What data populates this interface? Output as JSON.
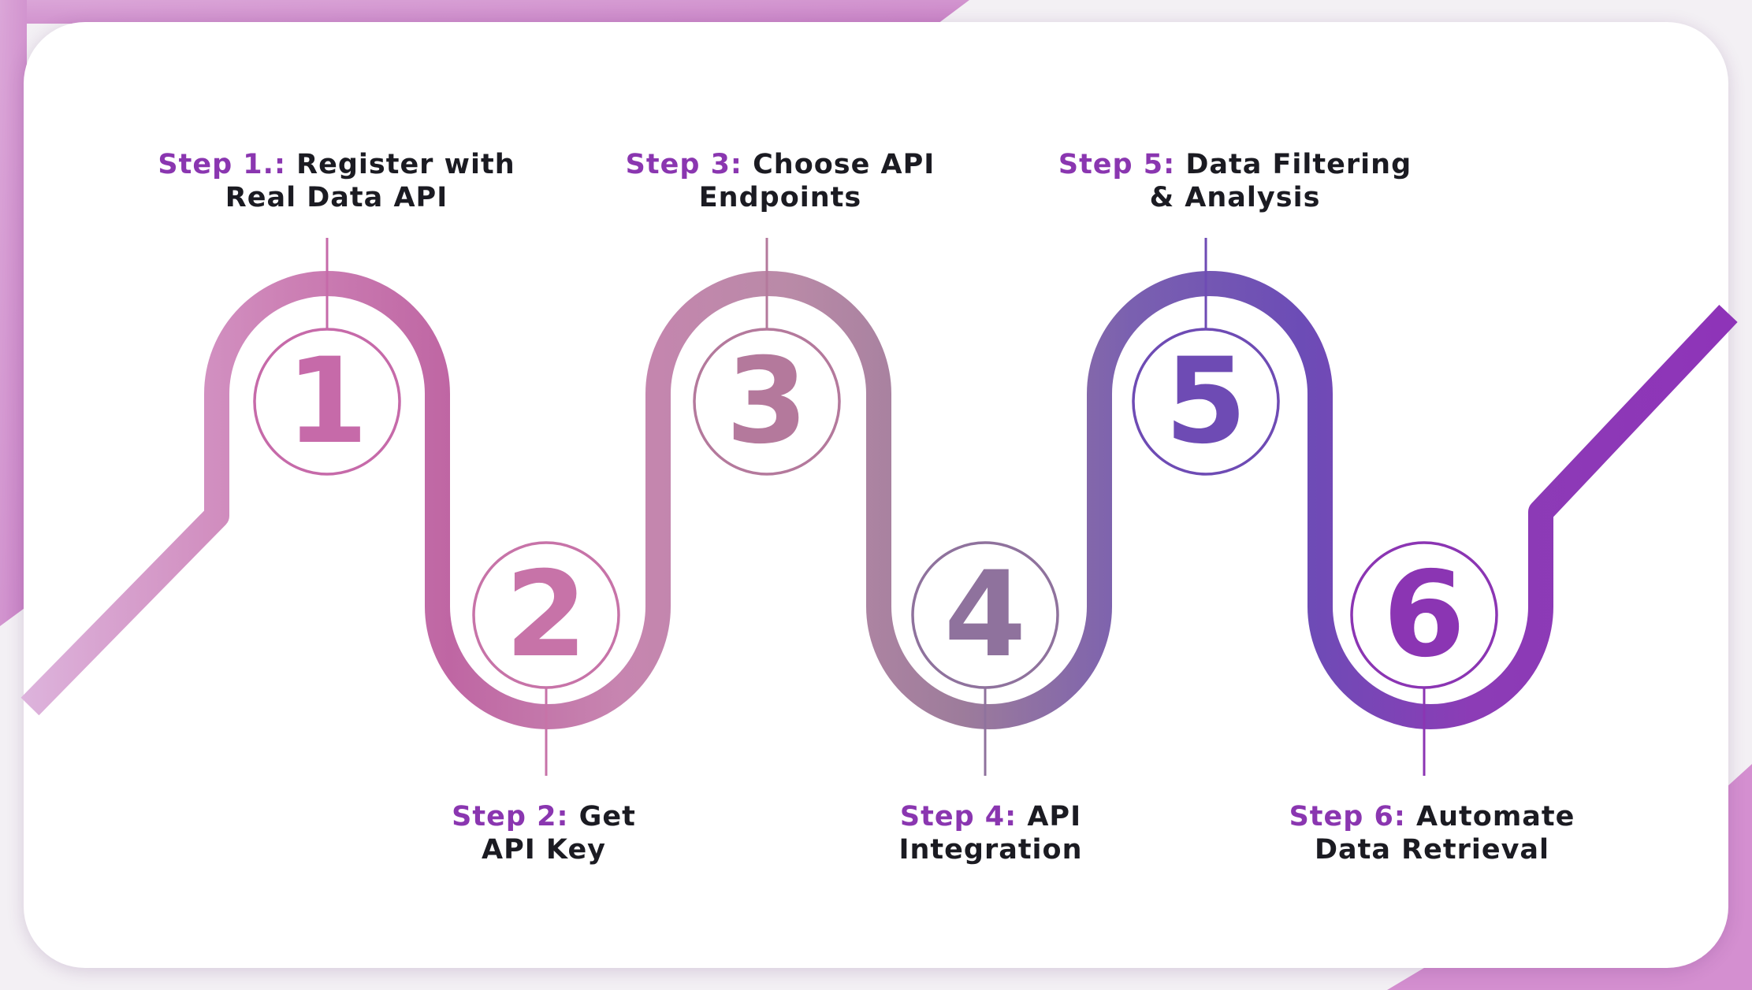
{
  "steps": [
    {
      "number": "1",
      "prefix": "Step 1.:",
      "text_line1": "Register with",
      "text_line2": "Real Data API",
      "color": "#c66aa9"
    },
    {
      "number": "2",
      "prefix": "Step 2:",
      "text_line1": "Get",
      "text_line2": "API Key",
      "color": "#c773a8"
    },
    {
      "number": "3",
      "prefix": "Step 3:",
      "text_line1": "Choose API",
      "text_line2": "Endpoints",
      "color": "#b4799c"
    },
    {
      "number": "4",
      "prefix": "Step 4:",
      "text_line1": "API",
      "text_line2": "Integration",
      "color": "#8f729d"
    },
    {
      "number": "5",
      "prefix": "Step 5:",
      "text_line1": "Data Filtering",
      "text_line2": "& Analysis",
      "color": "#6e4bb4"
    },
    {
      "number": "6",
      "prefix": "Step 6:",
      "text_line1": "Automate",
      "text_line2": "Data Retrieval",
      "color": "#8b35b3"
    }
  ],
  "colors": {
    "accent_purple": "#8a36b0",
    "background_stripe": "#d59bd0",
    "path_start": "#d9a6d6",
    "path_end": "#8e34b8"
  }
}
